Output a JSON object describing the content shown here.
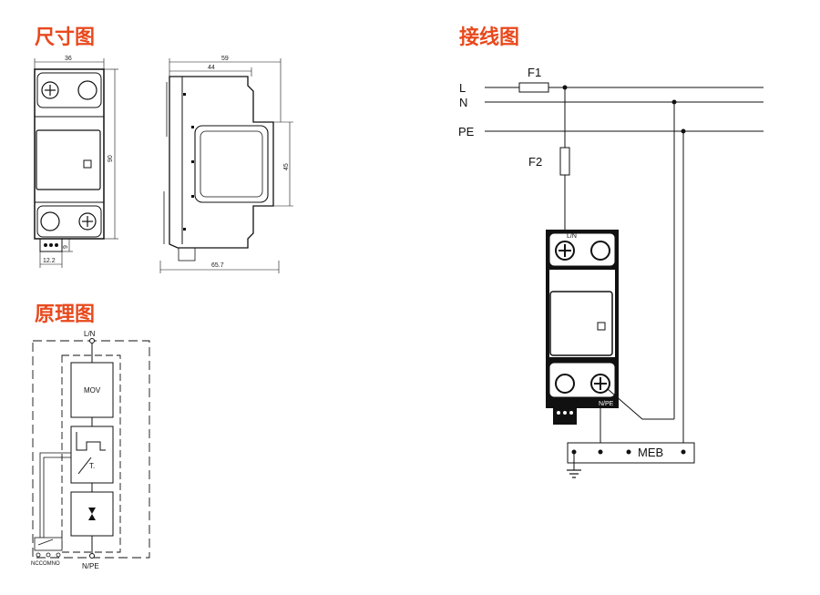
{
  "headings": {
    "dimension": "尺寸图",
    "wiring": "接线图",
    "principle": "原理图"
  },
  "dimensions": {
    "front_width": "36",
    "front_height": "90",
    "terminal_height": "9",
    "terminal_width": "12.2",
    "side_total": "59",
    "side_top": "44",
    "side_window": "45",
    "side_bottom": "65.7"
  },
  "wiring": {
    "line_L": "L",
    "line_N": "N",
    "line_PE": "PE",
    "fuse1": "F1",
    "fuse2": "F2",
    "terminal_top": "L/N",
    "terminal_bottom": "N/PE",
    "meb": "MEB"
  },
  "principle": {
    "top": "L/N",
    "mov": "MOV",
    "thermal": "T.",
    "bottom": "N/PE",
    "contacts": "NCCOMNO"
  },
  "colors": {
    "heading": "#e8491d",
    "line": "#111111",
    "device_body": "#111111"
  }
}
